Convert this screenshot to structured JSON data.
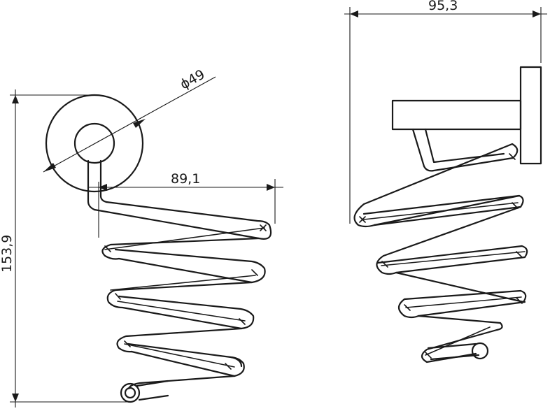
{
  "dimensions": {
    "width_label": "95,3",
    "diameter_label": "ϕ49",
    "projection_label": "89,1",
    "height_label": "153,9"
  }
}
